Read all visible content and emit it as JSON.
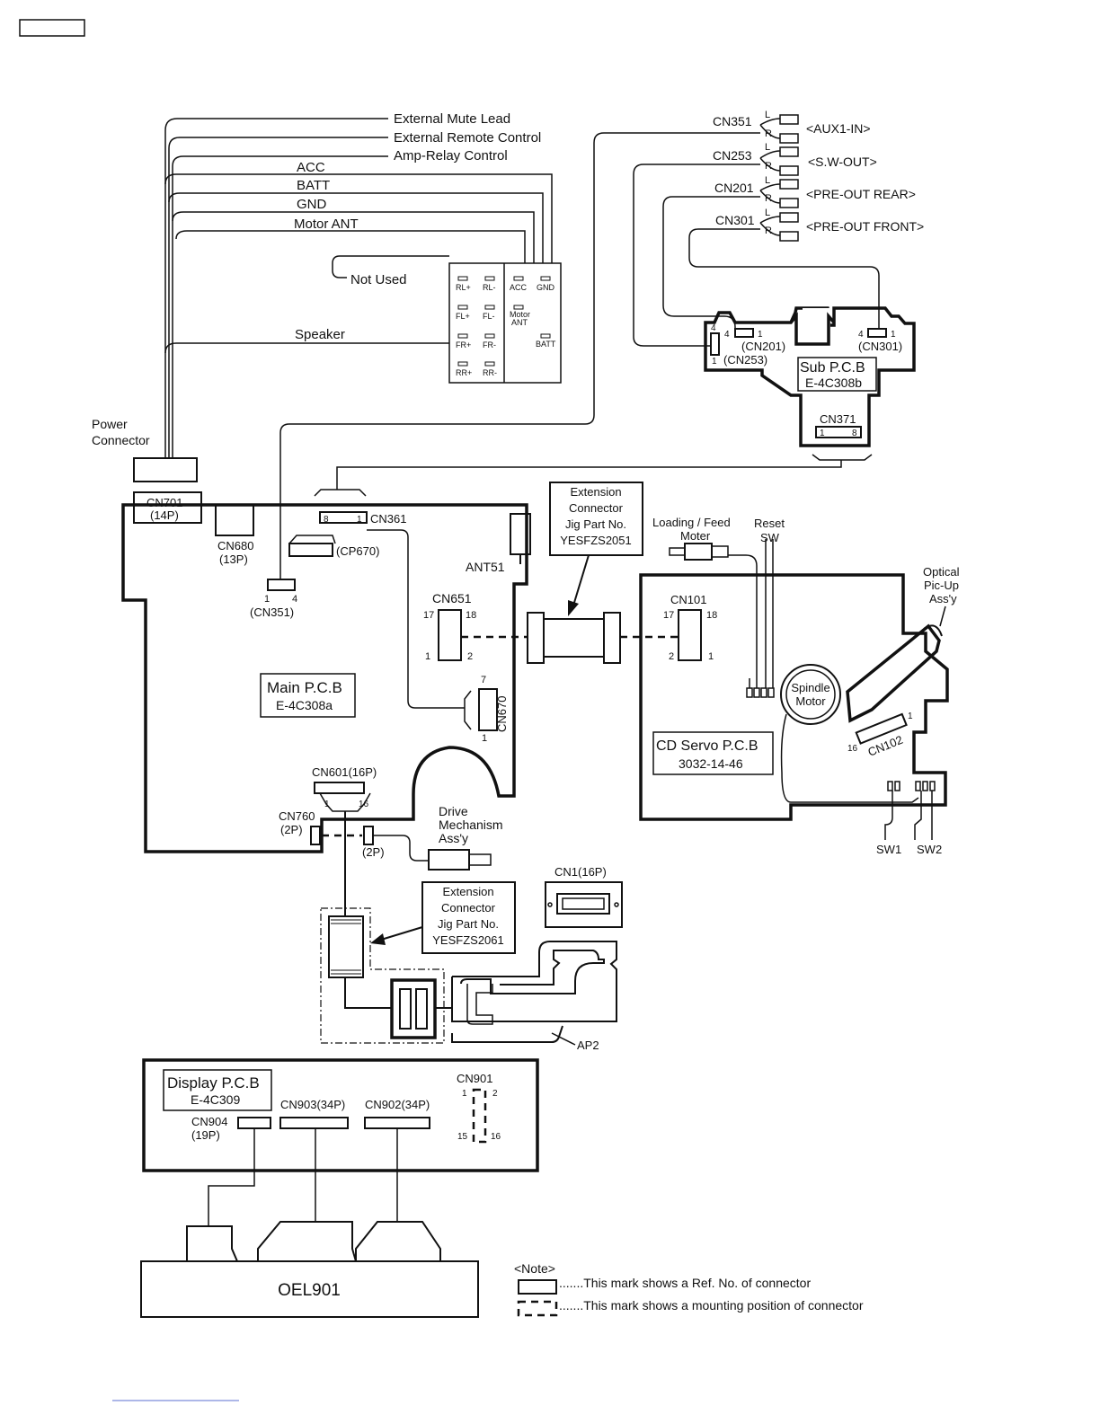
{
  "header_box": "",
  "wires": {
    "external_mute": "External Mute Lead",
    "external_remote": "External Remote Control",
    "amp_relay": "Amp-Relay Control",
    "acc": "ACC",
    "batt": "BATT",
    "gnd": "GND",
    "motor_ant": "Motor ANT",
    "not_used": "Not Used",
    "speaker": "Speaker"
  },
  "terminal_block": {
    "rl_plus": "RL+",
    "rl_minus": "RL-",
    "fl_plus": "FL+",
    "fl_minus": "FL-",
    "fr_plus": "FR+",
    "fr_minus": "FR-",
    "rr_plus": "RR+",
    "rr_minus": "RR-",
    "acc": "ACC",
    "gnd": "GND",
    "motor": "Motor",
    "ant": "ANT",
    "batt": "BATT"
  },
  "audio": {
    "cn351": "CN351",
    "aux1_in": "<AUX1-IN>",
    "cn253": "CN253",
    "sw_out": "<S.W-OUT>",
    "cn201": "CN201",
    "pre_out_rear": "<PRE-OUT REAR>",
    "cn301": "CN301",
    "pre_out_front": "<PRE-OUT FRONT>",
    "l": "L",
    "r": "R"
  },
  "sub_pcb": {
    "title": "Sub P.C.B",
    "part": "E-4C308b",
    "cn201_label": "(CN201)",
    "cn301_label": "(CN301)",
    "cn253_label": "(CN253)",
    "cn371": "CN371",
    "pin1": "1",
    "pin4": "4",
    "pin8": "8"
  },
  "power": {
    "label_1": "Power",
    "label_2": "Connector",
    "cn701": "CN701",
    "cn701_p": "(14P)"
  },
  "main_pcb": {
    "title": "Main P.C.B",
    "part": "E-4C308a",
    "cn680": "CN680",
    "cn680_p": "(13P)",
    "cn361": "CN361",
    "cp670": "(CP670)",
    "cn351": "(CN351)",
    "ant51": "ANT51",
    "cn651": "CN651",
    "cn670": "CN670",
    "cn601": "CN601(16P)",
    "cn760": "CN760",
    "cn760_p": "(2P)",
    "p2": "(2P)",
    "n1": "1",
    "n2": "2",
    "n4": "4",
    "n7": "7",
    "n8": "8",
    "n16": "16",
    "n17": "17",
    "n18": "18"
  },
  "ext_jig_1": {
    "l1": "Extension",
    "l2": "Connector",
    "l3": "Jig Part No.",
    "l4": "YESFZS2051"
  },
  "ext_jig_2": {
    "l1": "Extension",
    "l2": "Connector",
    "l3": "Jig Part No.",
    "l4": "YESFZS2061"
  },
  "servo": {
    "loading_1": "Loading / Feed",
    "loading_2": "Moter",
    "reset_1": "Reset",
    "reset_2": "SW",
    "optical_1": "Optical",
    "optical_2": "Pic-Up",
    "optical_3": "Ass'y",
    "cn101": "CN101",
    "spindle_1": "Spindle",
    "spindle_2": "Motor",
    "title": "CD Servo P.C.B",
    "part": "3032-14-46",
    "cn102": "CN102",
    "n1": "1",
    "n16": "16",
    "n2": "2",
    "n17": "17",
    "n18": "18",
    "sw1": "SW1",
    "sw2": "SW2"
  },
  "drive": {
    "l1": "Drive",
    "l2": "Mechanism",
    "l3": "Ass'y"
  },
  "cn1": "CN1(16P)",
  "ap2": "AP2",
  "display_pcb": {
    "title": "Display P.C.B",
    "part": "E-4C309",
    "cn904": "CN904",
    "cn904_p": "(19P)",
    "cn903": "CN903(34P)",
    "cn902": "CN902(34P)",
    "cn901": "CN901",
    "n1": "1",
    "n2": "2",
    "n15": "15",
    "n16": "16"
  },
  "oel": "OEL901",
  "note": {
    "title": "<Note>",
    "line1": ".......This mark shows a Ref. No. of connector",
    "line2": ".......This mark shows a mounting position of connector"
  }
}
